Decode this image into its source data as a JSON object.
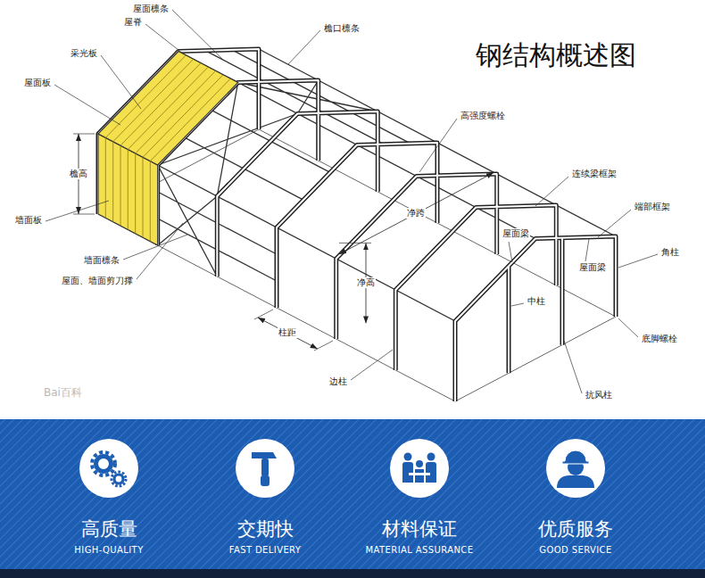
{
  "diagram": {
    "title": "钢结构概述图",
    "nodes": [
      {
        "text": [
          "高质量",
          "HIGH-QUALITY"
        ]
      },
      {
        "text": [
          "交期快",
          "FAST DELIVERY"
        ]
      },
      {
        "text": [
          "材料保证",
          "MATERIAL ASSURANCE"
        ]
      },
      {
        "text": [
          "优质服务",
          "GOOD SERVICE"
        ]
      }
    ],
    "labels": [
      "屋面檩条",
      "屋脊",
      "檐口檩条",
      "采光板",
      "屋面板",
      "高强度螺栓",
      "檐高",
      "连续梁框架",
      "净跨",
      "端部框架",
      "墙面板",
      "屋面梁",
      "角柱",
      "墙面檩条",
      "屋面梁",
      "屋面、墙面剪刀撑",
      "净高",
      "中柱",
      "柱距",
      "底脚螺栓",
      "边柱",
      "抗风柱",
      "Bai百科"
    ]
  }
}
